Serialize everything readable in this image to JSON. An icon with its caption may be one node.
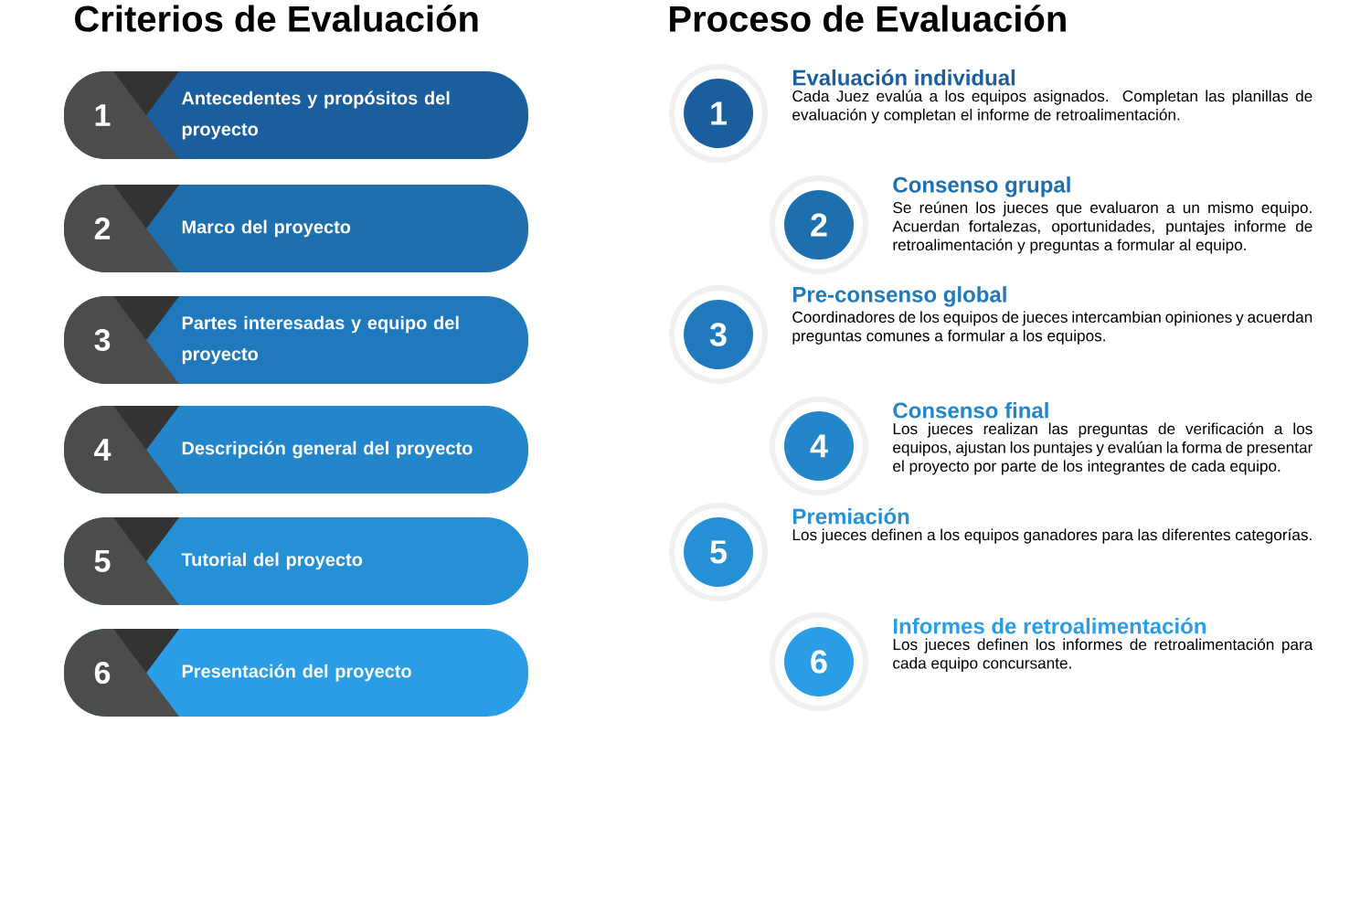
{
  "diagram": {
    "nodes": [
      {
        "text": [
          "1",
          "Antecedentes y propósitos del proyecto"
        ]
      },
      {
        "text": [
          "2",
          "Marco del proyecto"
        ]
      },
      {
        "text": [
          "3",
          "Partes interesadas y equipo del proyecto"
        ]
      },
      {
        "text": [
          "4",
          "Descripción general del proyecto"
        ]
      },
      {
        "text": [
          "5",
          "Tutorial del proyecto"
        ]
      },
      {
        "text": [
          "6",
          "Presentación del proyecto"
        ]
      },
      {
        "text": [
          "1",
          "Evaluación individual",
          "Cada Juez evalúa a los equipos asignados. Completan las planillas de evaluación y completan el informe de retroalimentación."
        ]
      },
      {
        "text": [
          "2",
          "Consenso grupal",
          "Se reúnen los jueces que evaluaron a un mismo equipo. Acuerdan fortalezas, oportunidades, puntajes informe de retroalimentación y preguntas a formular al equipo."
        ]
      },
      {
        "text": [
          "3",
          "Pre-consenso global",
          "Coordinadores de los equipos de jueces intercambian opiniones y acuerdan preguntas comunes a formular a los equipos."
        ]
      },
      {
        "text": [
          "4",
          "Consenso final",
          "Los jueces realizan las preguntas de verificación a los equipos, ajustan los puntajes y evalúan la forma de presentar el proyecto por parte de los integrantes de cada equipo."
        ]
      },
      {
        "text": [
          "5",
          "Premiación",
          "Los jueces definen a los equipos ganadores para las diferentes categorías."
        ]
      },
      {
        "text": [
          "6",
          "Informes de retroalimentación",
          "Los jueces definen los informes de retroalimentación para cada equipo concursante."
        ]
      }
    ],
    "labels": [
      "Criterios de Evaluación",
      "Proceso de Evaluación"
    ]
  }
}
